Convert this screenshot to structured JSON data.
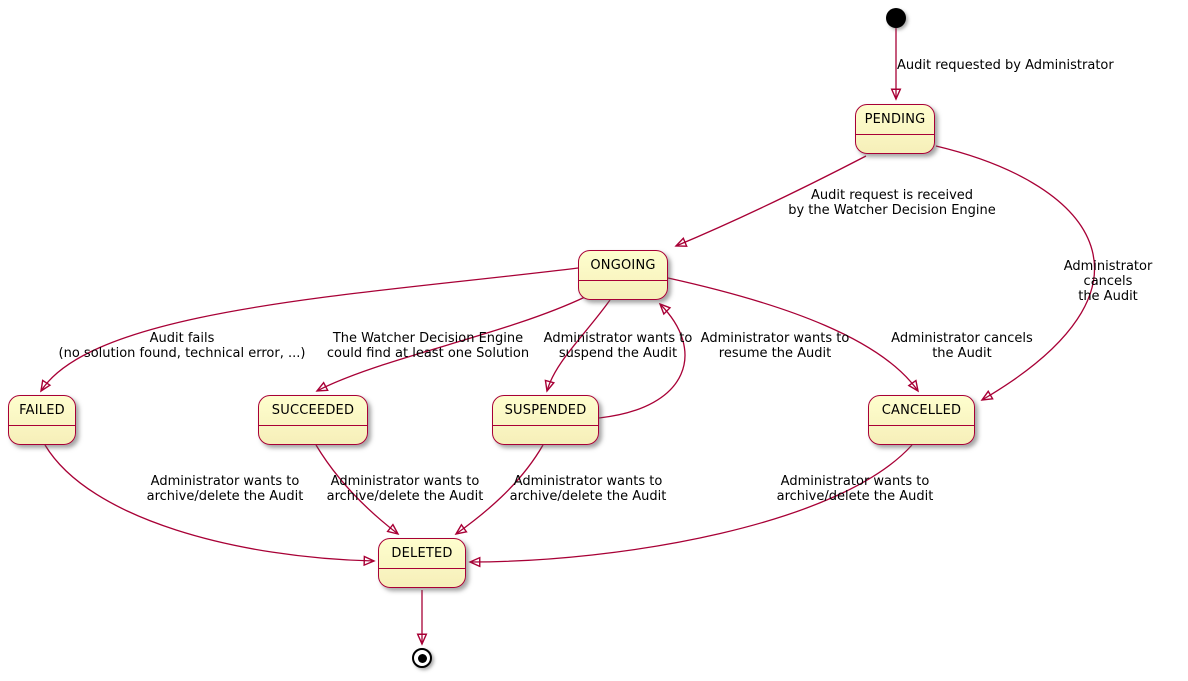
{
  "diagram": {
    "kind": "uml-state-machine",
    "colors": {
      "state_fill": "#FEFECE",
      "state_fill_bottom": "#F6EFB9",
      "state_border": "#A80036",
      "arrow": "#A80036",
      "text": "#000000",
      "background": "#FFFFFF"
    },
    "states": [
      {
        "id": "pending",
        "label": "PENDING"
      },
      {
        "id": "ongoing",
        "label": "ONGOING"
      },
      {
        "id": "failed",
        "label": "FAILED"
      },
      {
        "id": "succeeded",
        "label": "SUCCEEDED"
      },
      {
        "id": "suspended",
        "label": "SUSPENDED"
      },
      {
        "id": "cancelled",
        "label": "CANCELLED"
      },
      {
        "id": "deleted",
        "label": "DELETED"
      }
    ],
    "transitions": [
      {
        "from": "initial",
        "to": "PENDING",
        "label": "Audit requested by Administrator"
      },
      {
        "from": "PENDING",
        "to": "ONGOING",
        "label": "Audit request is received\nby the Watcher Decision Engine"
      },
      {
        "from": "PENDING",
        "to": "CANCELLED",
        "label": "Administrator cancels\nthe Audit"
      },
      {
        "from": "ONGOING",
        "to": "FAILED",
        "label": "Audit fails\n(no solution found, technical error, ...)"
      },
      {
        "from": "ONGOING",
        "to": "SUCCEEDED",
        "label": "The Watcher Decision Engine\ncould find at least one Solution"
      },
      {
        "from": "ONGOING",
        "to": "SUSPENDED",
        "label": "Administrator wants to\nsuspend the Audit"
      },
      {
        "from": "SUSPENDED",
        "to": "ONGOING",
        "label": "Administrator wants to\nresume the Audit"
      },
      {
        "from": "ONGOING",
        "to": "CANCELLED",
        "label": "Administrator cancels\nthe Audit"
      },
      {
        "from": "FAILED",
        "to": "DELETED",
        "label": "Administrator wants to\narchive/delete the Audit"
      },
      {
        "from": "SUCCEEDED",
        "to": "DELETED",
        "label": "Administrator wants to\narchive/delete the Audit"
      },
      {
        "from": "SUSPENDED",
        "to": "DELETED",
        "label": "Administrator wants to\narchive/delete the Audit"
      },
      {
        "from": "CANCELLED",
        "to": "DELETED",
        "label": "Administrator wants to\narchive/delete the Audit"
      },
      {
        "from": "DELETED",
        "to": "final",
        "label": ""
      }
    ]
  }
}
